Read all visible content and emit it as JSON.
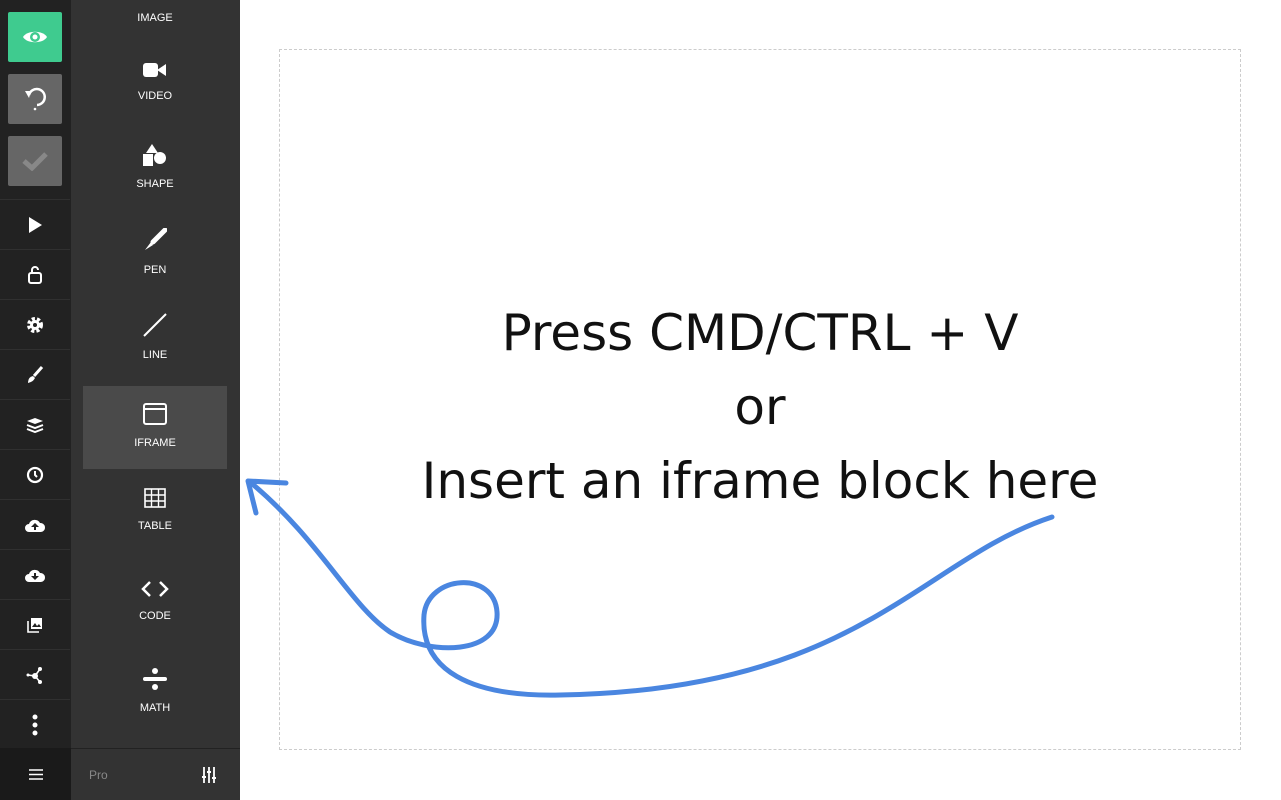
{
  "rail": {
    "top_buttons": [
      {
        "icon": "eye-icon",
        "color": "#3fcb8f"
      },
      {
        "icon": "undo-icon"
      },
      {
        "icon": "check-icon"
      }
    ],
    "items": [
      "play-icon",
      "lock-icon",
      "gear-icon",
      "brush-icon",
      "layers-icon",
      "clock-icon",
      "cloud-upload-icon",
      "cloud-download-icon",
      "images-icon",
      "share-icon",
      "more-icon"
    ],
    "menu_icon": "hamburger-icon"
  },
  "panel": {
    "tools": [
      {
        "label": "IMAGE"
      },
      {
        "label": "VIDEO"
      },
      {
        "label": "SHAPE"
      },
      {
        "label": "PEN"
      },
      {
        "label": "LINE"
      },
      {
        "label": "IFRAME",
        "active": true
      },
      {
        "label": "TABLE"
      },
      {
        "label": "CODE"
      },
      {
        "label": "MATH"
      }
    ],
    "footer": {
      "pro_label": "Pro",
      "settings_icon": "sliders-icon"
    }
  },
  "slide": {
    "line1": "Press CMD/CTRL + V",
    "line2": "or",
    "line3": "Insert an iframe block here",
    "arrow_color": "#4a86e0"
  }
}
